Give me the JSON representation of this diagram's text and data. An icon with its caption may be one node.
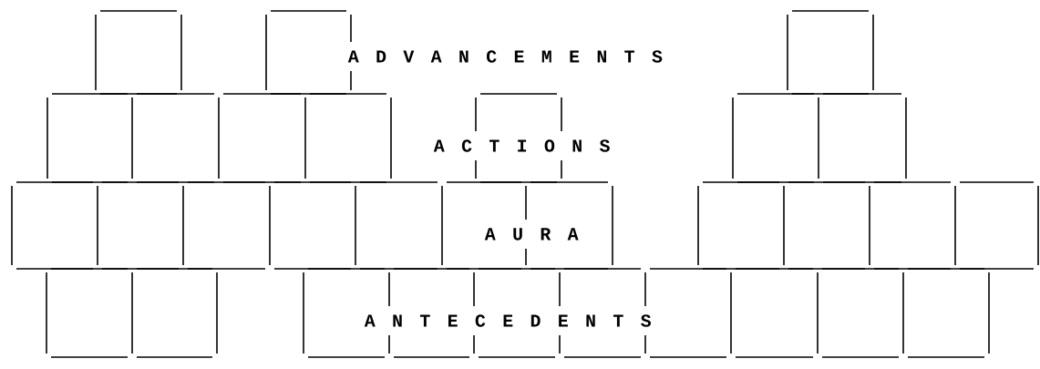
{
  "diagram": {
    "labels": [
      "A D V A N C E M E N T S",
      "A C T I O N S",
      "A U R A",
      "A N T E C E D E N T S"
    ]
  }
}
